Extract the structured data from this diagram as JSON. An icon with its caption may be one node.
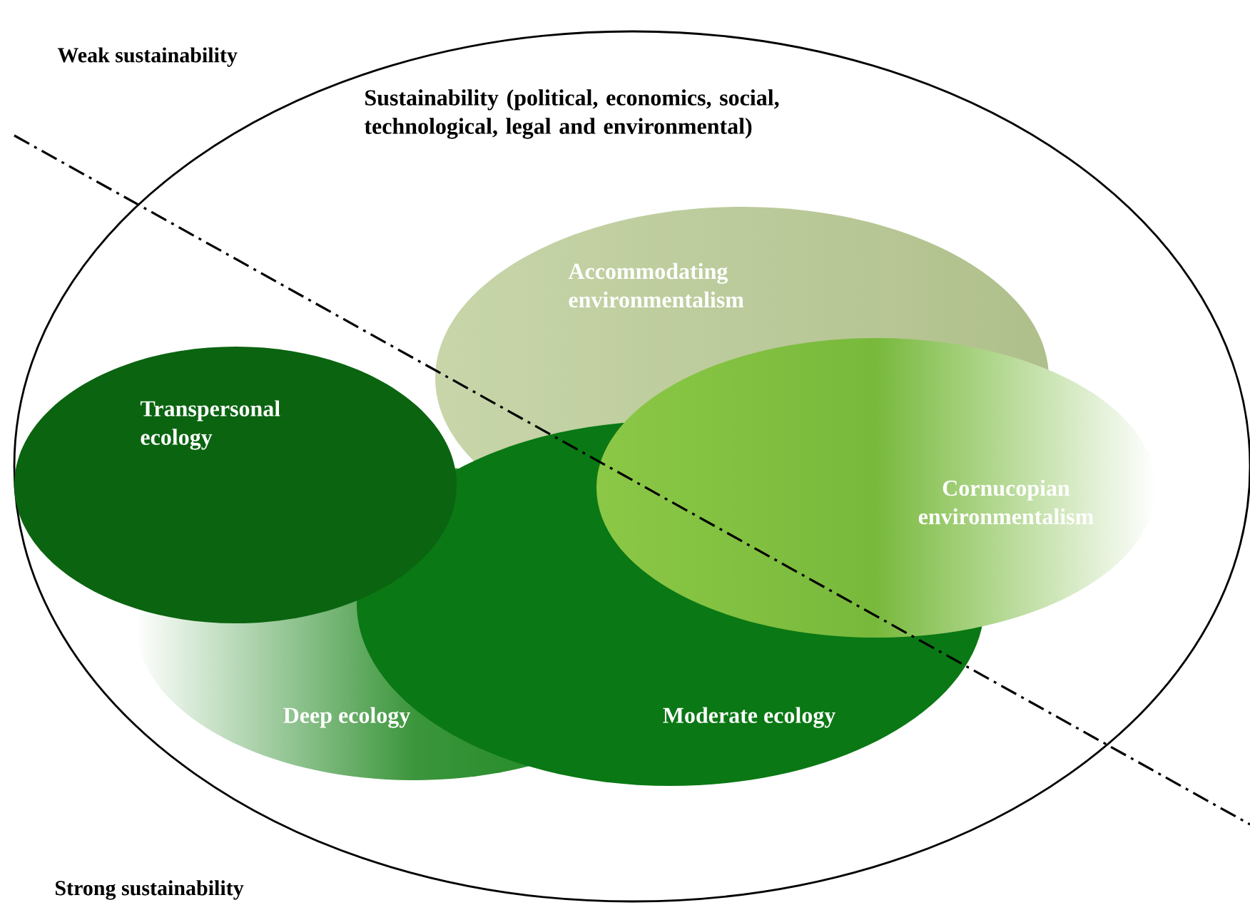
{
  "diagram": {
    "nodes": [
      {
        "text": [
          "Sustainability  (political, economics, social, technological, legal and environmental)"
        ]
      },
      {
        "text": [
          "Accommodating environmentalism"
        ],
        "in": 0
      },
      {
        "text": [
          "Transpersonal ecology"
        ],
        "in": 0
      },
      {
        "text": [
          "Cornucopian environmentalism"
        ],
        "in": 0
      },
      {
        "text": [
          "Deep ecology"
        ],
        "in": 0
      },
      {
        "text": [
          "Moderate ecology"
        ],
        "in": 0
      }
    ],
    "labels": [
      "Weak sustainability",
      "Strong sustainability"
    ]
  }
}
